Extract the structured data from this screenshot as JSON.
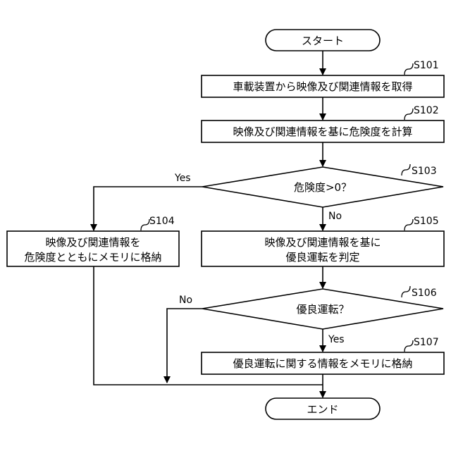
{
  "nodes": {
    "start": "スタート",
    "s101": "車載装置から映像及び関連情報を取得",
    "s102": "映像及び関連情報を基に危険度を計算",
    "s103": "危険度>0？",
    "s104_line1": "映像及び関連情報を",
    "s104_line2": "危険度とともにメモリに格納",
    "s105_line1": "映像及び関連情報を基に",
    "s105_line2": "優良運転を判定",
    "s106": "優良運転？",
    "s107": "優良運転に関する情報をメモリに格納",
    "end": "エンド"
  },
  "step_labels": {
    "s101": "S101",
    "s102": "S102",
    "s103": "S103",
    "s104": "S104",
    "s105": "S105",
    "s106": "S106",
    "s107": "S107"
  },
  "branches": {
    "s103_yes": "Yes",
    "s103_no": "No",
    "s106_no": "No",
    "s106_yes": "Yes"
  }
}
